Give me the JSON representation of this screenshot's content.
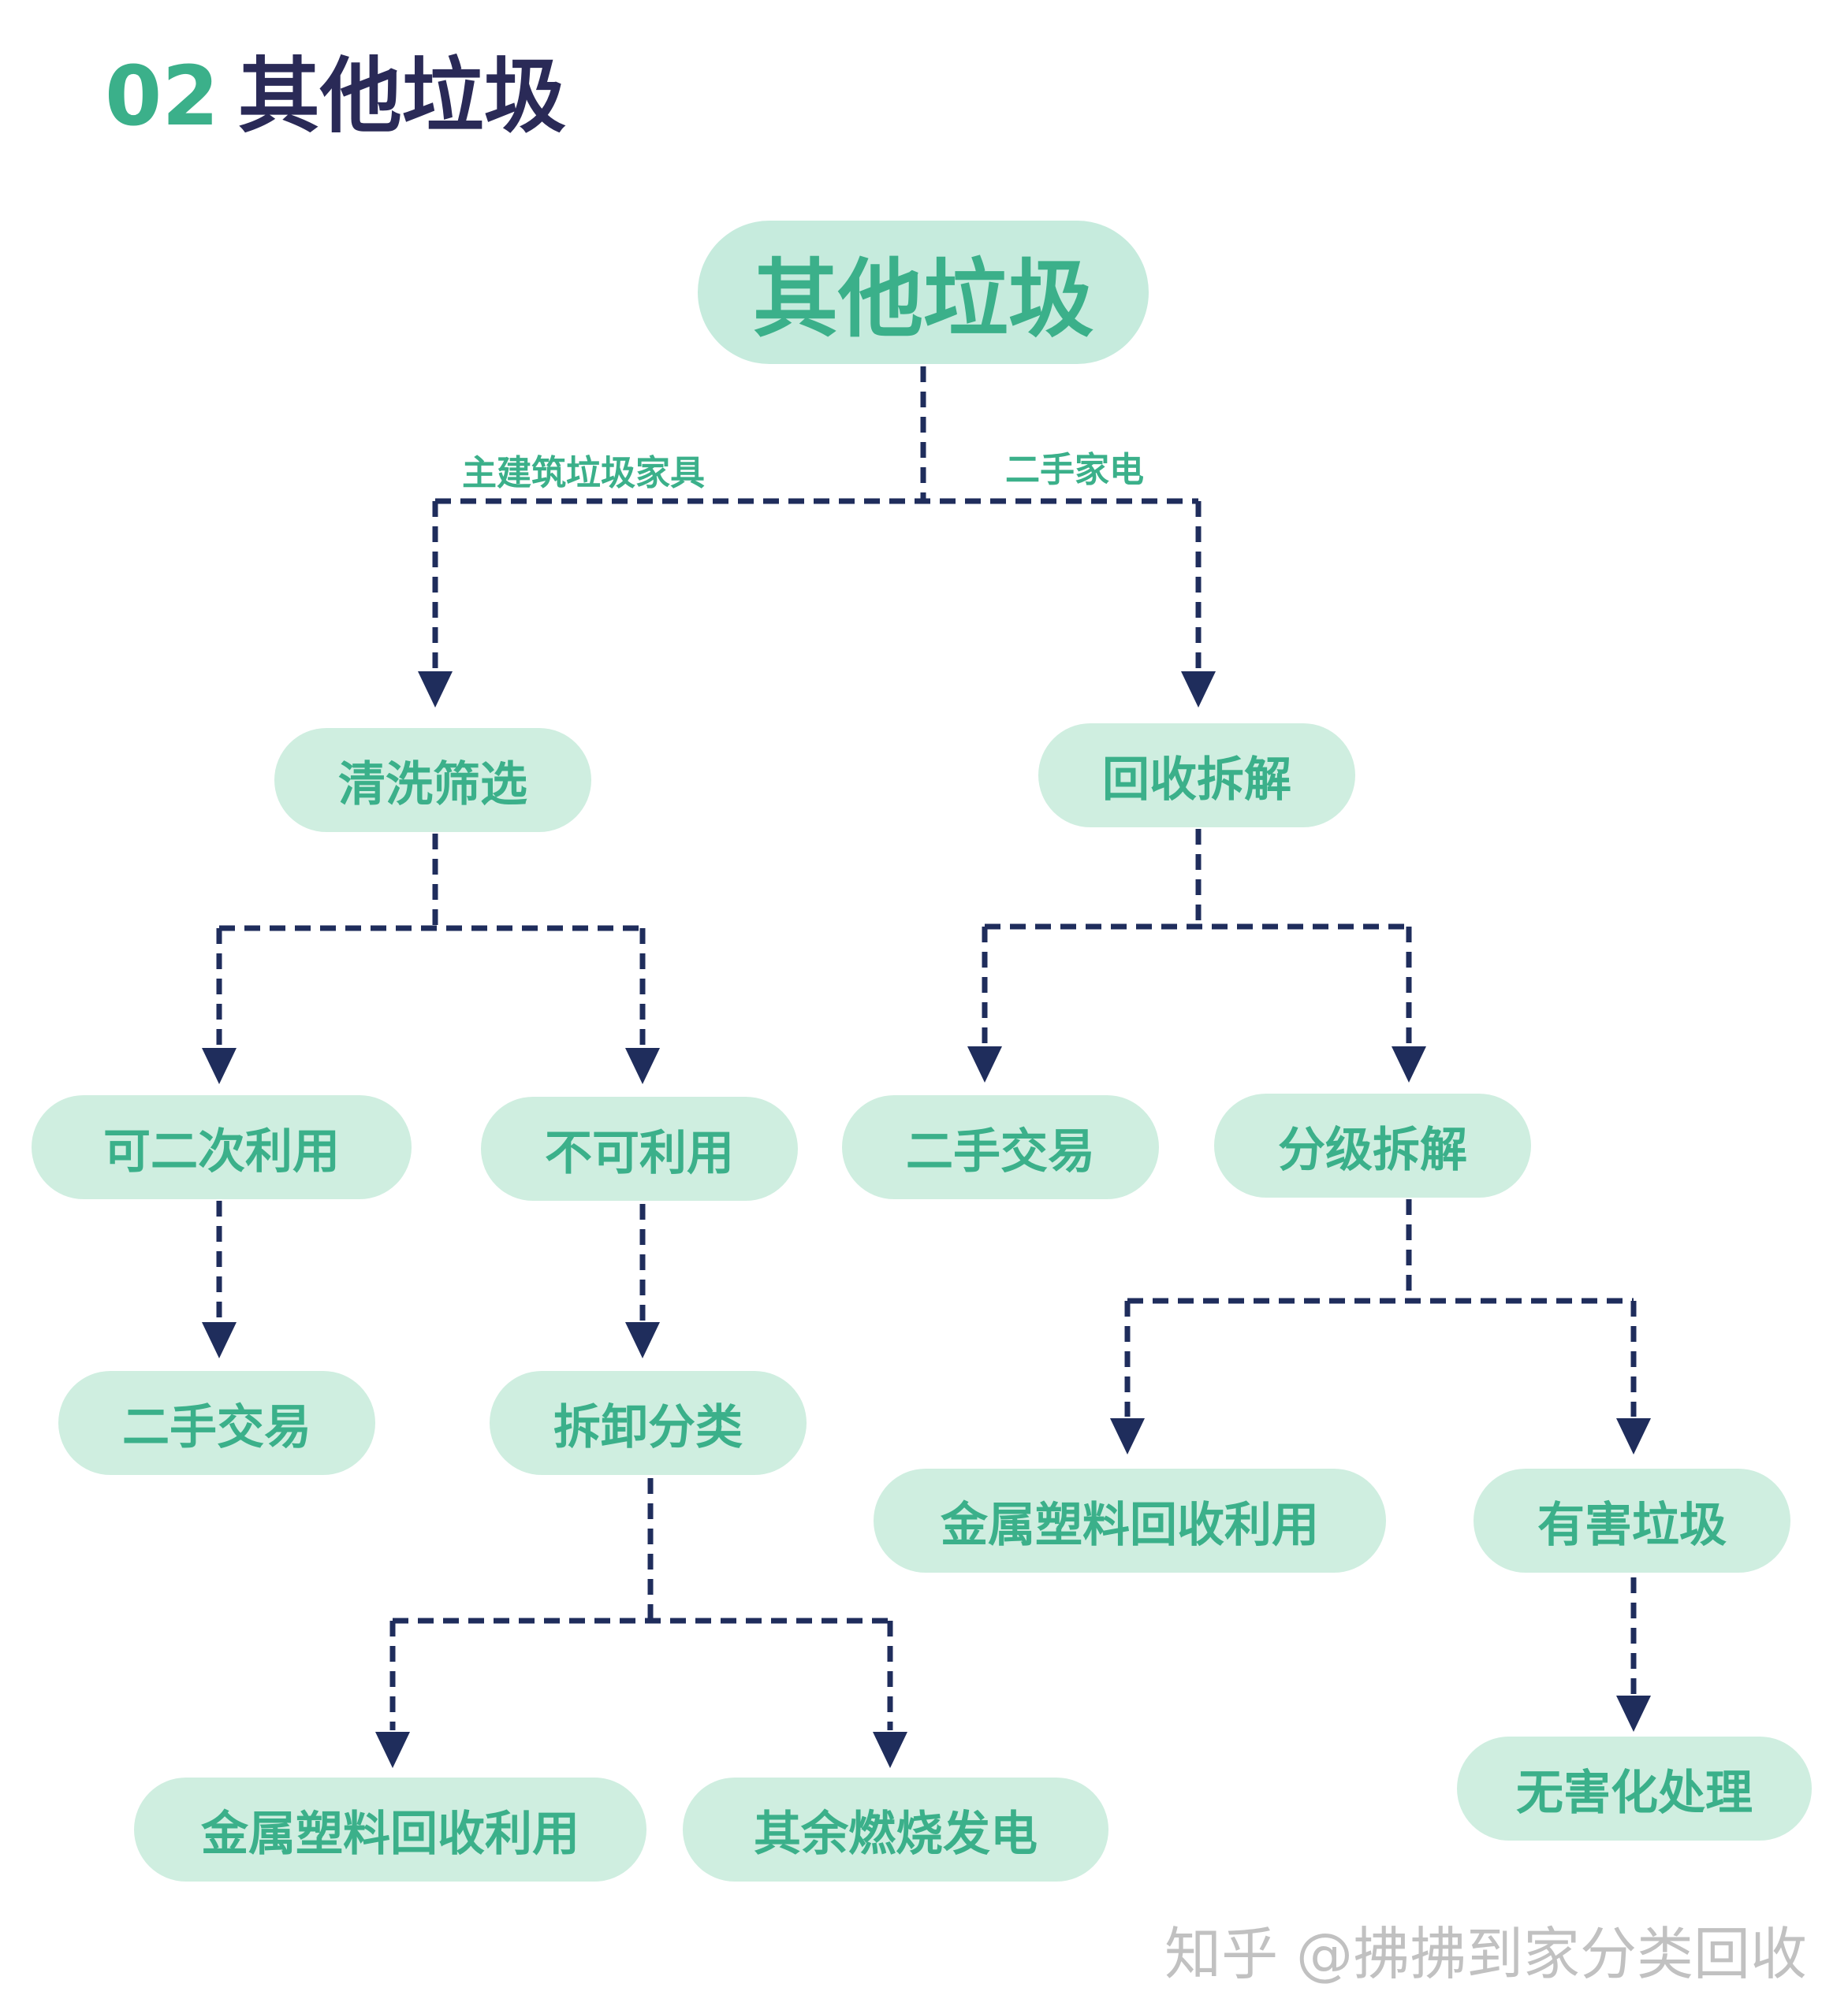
{
  "heading": {
    "number": "02",
    "title": "其他垃圾"
  },
  "edge_labels": {
    "left": "主建筑垃圾家具",
    "right": "二手家电"
  },
  "nodes": {
    "root": "其他垃圾",
    "wash_screen": "清洗筛选",
    "recycle_dismantle": "回收拆解",
    "reusable": "可二次利用",
    "not_usable": "不可利用",
    "secondhand_trade_right": "二手交易",
    "graded_dismantle": "分级拆解",
    "secondhand_trade_left": "二手交易",
    "dismantle_sort": "拆卸分类",
    "metal_plastic_right": "金属塑料回收利用",
    "hazardous_waste": "有害垃圾",
    "harmless_treatment": "无害化处理",
    "metal_plastic_left": "金属塑料回收利用",
    "incineration_power": "其余燃烧发电"
  },
  "watermark": "知乎 @拂拂到家分类回收",
  "colors": {
    "accent_green": "#3bb08a",
    "node_fill": "#cfeee0",
    "connector": "#1f2d5c",
    "heading_dark": "#2a2a57"
  }
}
